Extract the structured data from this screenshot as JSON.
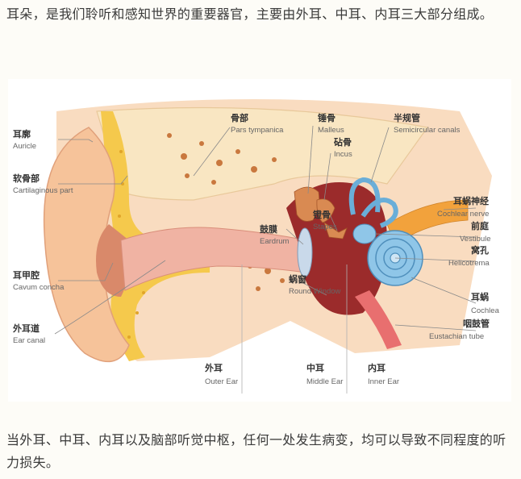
{
  "intro_text": "耳朵，是我们聆听和感知世界的重要器官，主要由外耳、中耳、内耳三大部分组成。",
  "outro_text": "当外耳、中耳、内耳以及脑部听觉中枢，任何一处发生病变，均可以导致不同程度的听力损失。",
  "figure": {
    "labels": [
      {
        "id": "auricle",
        "cn": "耳廓",
        "en": "Auricle"
      },
      {
        "id": "cartilaginous",
        "cn": "软骨部",
        "en": "Cartilaginous part"
      },
      {
        "id": "cavum-concha",
        "cn": "耳甲腔",
        "en": "Cavum concha"
      },
      {
        "id": "ear-canal",
        "cn": "外耳道",
        "en": "Ear canal"
      },
      {
        "id": "pars-tympanica",
        "cn": "骨部",
        "en": "Pars tympanica"
      },
      {
        "id": "malleus",
        "cn": "锤骨",
        "en": "Malleus"
      },
      {
        "id": "incus",
        "cn": "砧骨",
        "en": "Incus"
      },
      {
        "id": "stapes",
        "cn": "镫骨",
        "en": "Stapes"
      },
      {
        "id": "eardrum",
        "cn": "鼓膜",
        "en": "Eardrum"
      },
      {
        "id": "round-window",
        "cn": "蜗窗",
        "en": "Round Window"
      },
      {
        "id": "semicircular",
        "cn": "半规管",
        "en": "Semicircular canals"
      },
      {
        "id": "cochlear-nerve",
        "cn": "耳蜗神经",
        "en": "Cochlear nerve"
      },
      {
        "id": "vestibule",
        "cn": "前庭",
        "en": "Vestibule"
      },
      {
        "id": "helicotrema",
        "cn": "窝孔",
        "en": "Helicotrema"
      },
      {
        "id": "cochlea",
        "cn": "耳蜗",
        "en": "Cochlea"
      },
      {
        "id": "eustachian",
        "cn": "咽鼓管",
        "en": "Eustachian tube"
      },
      {
        "id": "outer-ear",
        "cn": "外耳",
        "en": "Outer Ear"
      },
      {
        "id": "middle-ear",
        "cn": "中耳",
        "en": "Middle Ear"
      },
      {
        "id": "inner-ear",
        "cn": "内耳",
        "en": "Inner Ear"
      }
    ],
    "colors": {
      "skin": "#f6cfa4",
      "bone": "#f9e6c2",
      "fat": "#f5c94c",
      "canal": "#f0b3a3",
      "cochlea": "#8fc6e8",
      "cavity": "#9b2b2b"
    }
  }
}
